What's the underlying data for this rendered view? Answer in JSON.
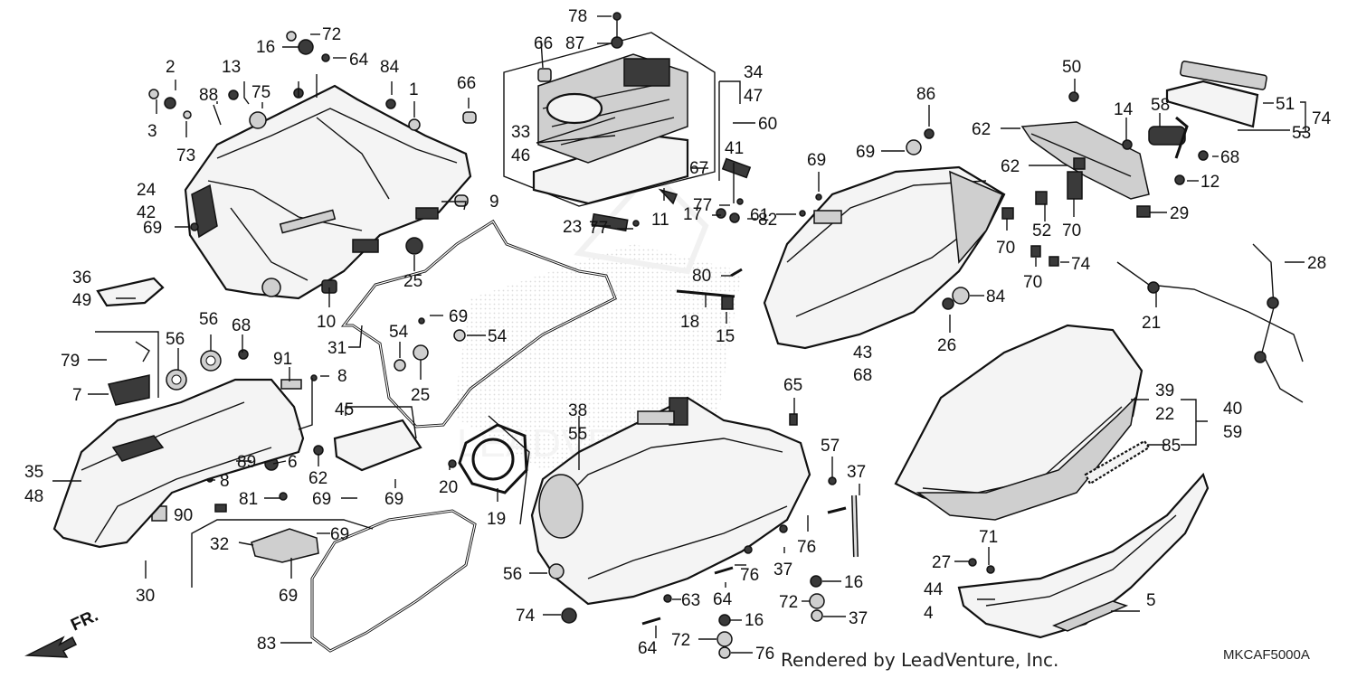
{
  "diagram": {
    "callouts": [
      "78",
      "87",
      "66",
      "34",
      "47",
      "33",
      "46",
      "60",
      "67",
      "41",
      "77",
      "11",
      "23",
      "77",
      "17",
      "82",
      "80",
      "18",
      "15",
      "72",
      "16",
      "64",
      "13",
      "84",
      "1",
      "66",
      "2",
      "3",
      "88",
      "75",
      "73",
      "24",
      "42",
      "9",
      "69",
      "36",
      "49",
      "25",
      "10",
      "31",
      "69",
      "54",
      "54",
      "25",
      "56",
      "56",
      "68",
      "79",
      "7",
      "91",
      "8",
      "35",
      "48",
      "62",
      "89",
      "6",
      "8",
      "81",
      "69",
      "69",
      "45",
      "90",
      "32",
      "69",
      "69",
      "30",
      "83",
      "20",
      "19",
      "38",
      "55",
      "56",
      "74",
      "65",
      "57",
      "37",
      "76",
      "76",
      "37",
      "64",
      "16",
      "72",
      "37",
      "64",
      "16",
      "72",
      "76",
      "63",
      "86",
      "69",
      "69",
      "61",
      "84",
      "26",
      "43",
      "68",
      "50",
      "62",
      "14",
      "58",
      "51",
      "53",
      "74",
      "62",
      "68",
      "12",
      "52",
      "70",
      "70",
      "70",
      "74",
      "29",
      "28",
      "21",
      "39",
      "22",
      "40",
      "59",
      "85",
      "71",
      "27",
      "44",
      "4",
      "5"
    ],
    "footer_text": "Rendered by LeadVenture, Inc.",
    "drawing_code": "MKCAF5000A",
    "watermark": "LEADVENTURE",
    "fr_label": "FR.",
    "stroke_color": "#111111",
    "background": "#ffffff"
  }
}
